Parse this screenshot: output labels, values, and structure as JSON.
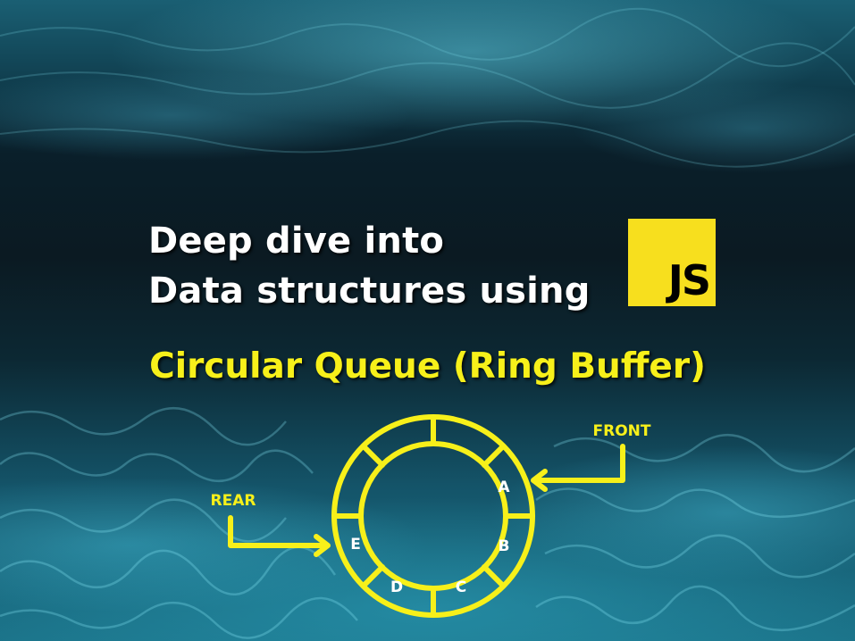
{
  "header": {
    "line1": "Deep dive into",
    "line2": "Data structures using"
  },
  "logo": {
    "text": "JS",
    "background": "#f7df1e"
  },
  "subtitle": "Circular Queue (Ring Buffer)",
  "diagram": {
    "front_label": "FRONT",
    "rear_label": "REAR",
    "slots": [
      "A",
      "B",
      "C",
      "D",
      "E"
    ],
    "ring_color": "#f7f01a"
  }
}
